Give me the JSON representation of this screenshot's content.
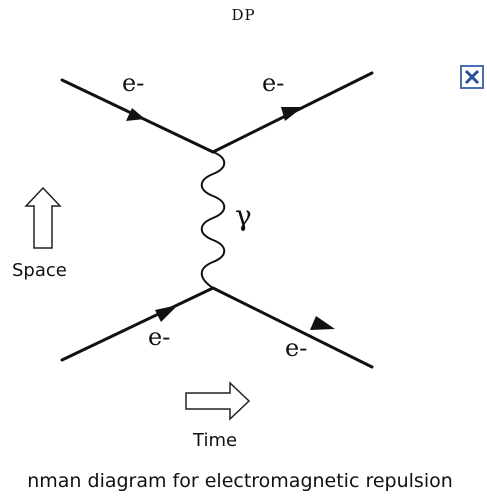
{
  "header": {
    "text": "DP"
  },
  "diagram": {
    "particle_labels": [
      "e-",
      "e-",
      "e-",
      "e-"
    ],
    "photon_label": "γ",
    "space_label": "Space",
    "time_label": "Time",
    "broken_image_icon": "broken-image-icon"
  },
  "caption": {
    "text": "nman diagram for electromagnetic repulsion"
  }
}
